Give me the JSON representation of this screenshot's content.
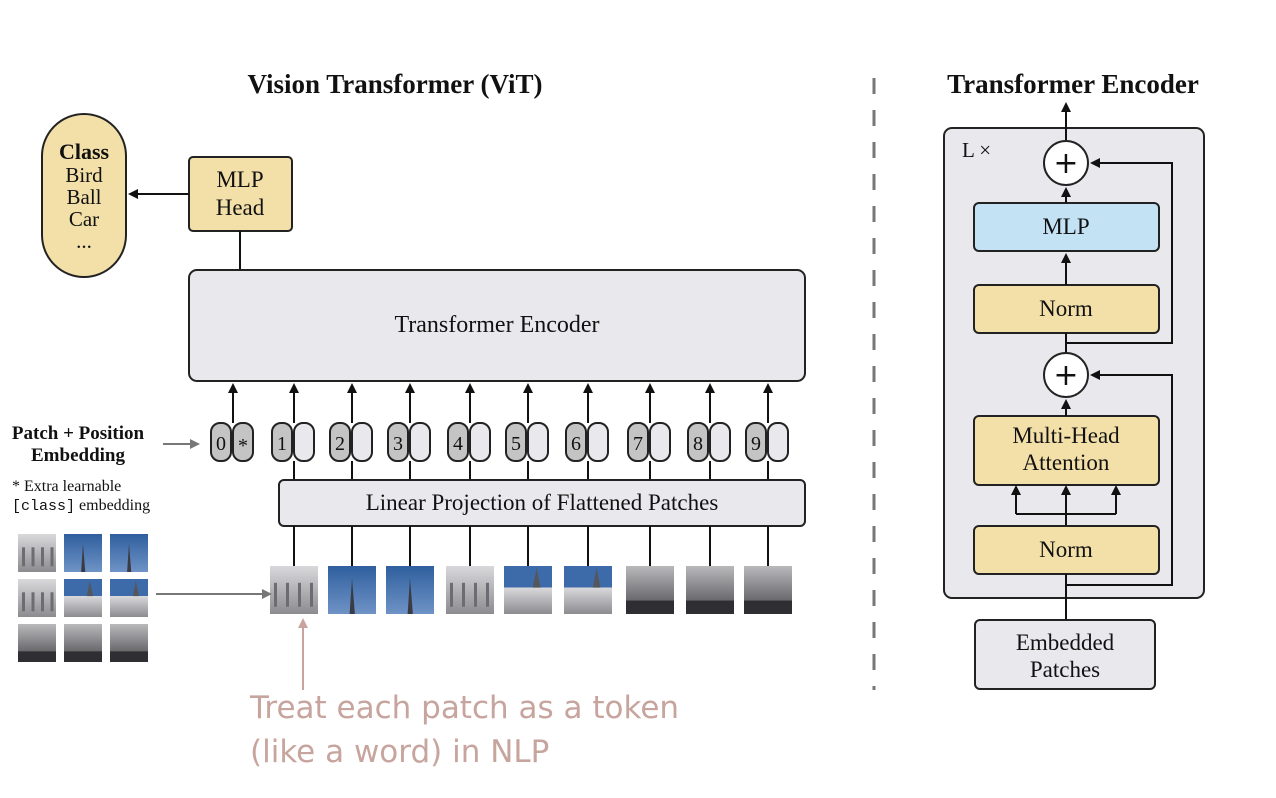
{
  "vit": {
    "title": "Vision Transformer (ViT)",
    "class_box": {
      "heading": "Class",
      "items": [
        "Bird",
        "Ball",
        "Car",
        "..."
      ]
    },
    "mlp_head": [
      "MLP",
      "Head"
    ],
    "encoder_label": "Transformer Encoder",
    "embedding_label": [
      "Patch + Position",
      "Embedding"
    ],
    "extra_note": {
      "line1": "* Extra learnable",
      "code": "[class]",
      "rest": " embedding"
    },
    "tokens": [
      "0",
      "1",
      "2",
      "3",
      "4",
      "5",
      "6",
      "7",
      "8",
      "9"
    ],
    "class_token_mark": "*",
    "projection_label": "Linear Projection of Flattened Patches",
    "annotation": [
      "Treat each patch as a token",
      "(like a word) in NLP"
    ]
  },
  "encoder_detail": {
    "title": "Transformer Encoder",
    "repeat_label": "L ×",
    "plus_symbol": "+",
    "mlp": "MLP",
    "norm_top": "Norm",
    "attention": [
      "Multi-Head",
      "Attention"
    ],
    "norm_bottom": "Norm",
    "input": [
      "Embedded",
      "Patches"
    ]
  },
  "colors": {
    "yellow": "#f2e0a8",
    "grey_box": "#e9e8ec",
    "blue": "#c3e3f5",
    "annotation": "#c7a59e",
    "token_grey": "#c4c4c4"
  }
}
